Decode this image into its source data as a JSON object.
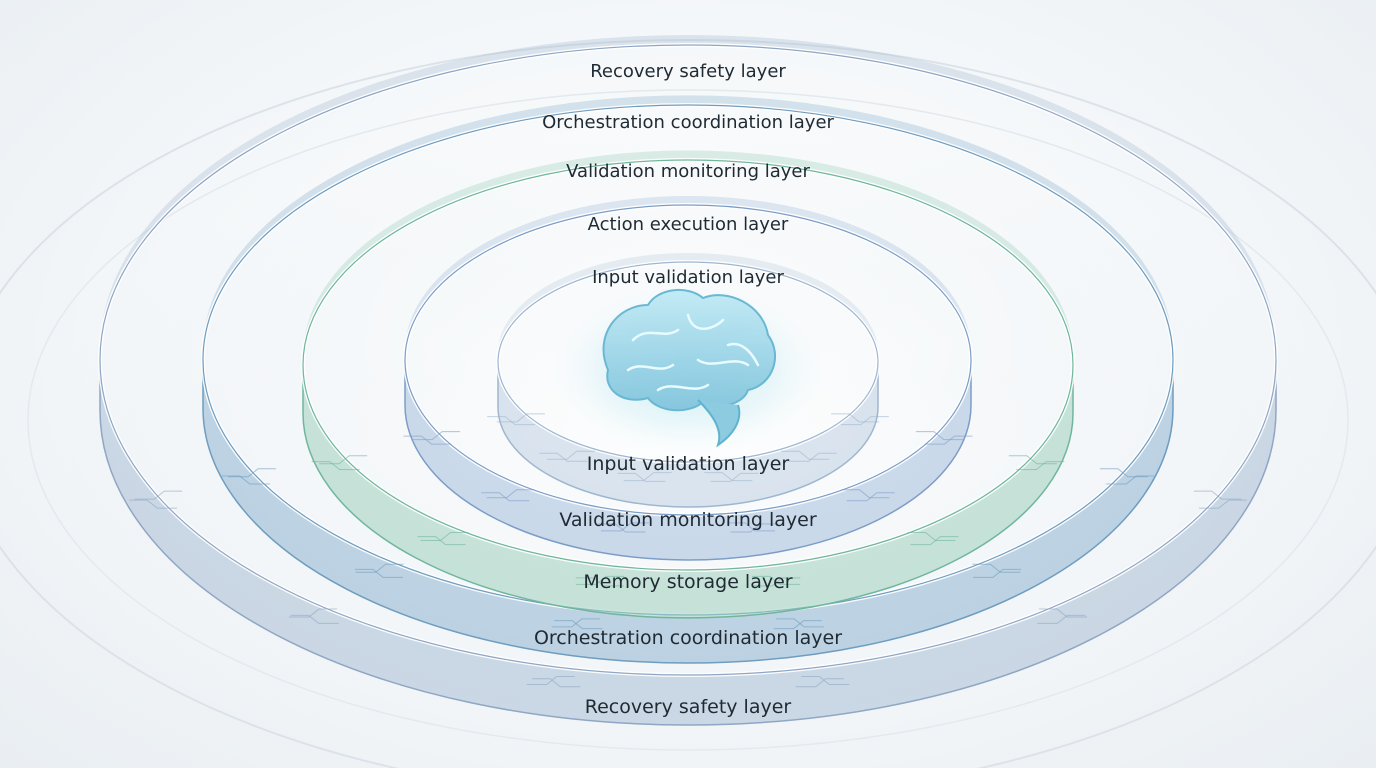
{
  "diagram": {
    "center_icon": "brain-icon",
    "layers": [
      {
        "key": "recovery",
        "back_label": "Recovery safety layer",
        "front_label": "Recovery safety layer",
        "color": "#a9bdd3",
        "accent": "#8fa6c4"
      },
      {
        "key": "orchestration",
        "back_label": "Orchestration coordination layer",
        "front_label": "Orchestration coordination layer",
        "color": "#8fb4cf",
        "accent": "#6f9dc0"
      },
      {
        "key": "validation",
        "back_label": "Validation monitoring layer",
        "front_label": "Memory storage layer",
        "color": "#9fd0bd",
        "accent": "#6fb69c"
      },
      {
        "key": "action",
        "back_label": "Action execution layer",
        "front_label": "Validation monitoring layer",
        "color": "#a6bfdc",
        "accent": "#7d9dc8"
      },
      {
        "key": "input",
        "back_label": "Input validation layer",
        "front_label": "Input validation layer",
        "color": "#bfd0e2",
        "accent": "#9fb6d0"
      }
    ]
  }
}
